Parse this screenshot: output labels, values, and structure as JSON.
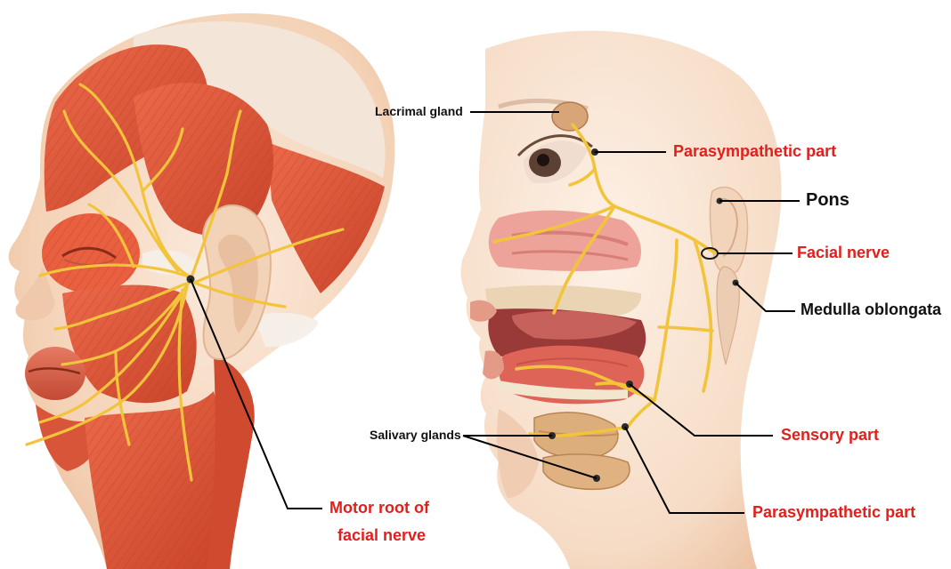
{
  "colors": {
    "label_black": "#111111",
    "label_red": "#e0201c",
    "nerve": "#f2c43c",
    "nerve_outline": "#c99a18",
    "muscle": "#e0573a",
    "muscle_dark": "#b8391f",
    "skin": "#f4d4b8",
    "skin_light": "#faeadb",
    "tendon": "#f3efe9",
    "gland": "#d9a878",
    "mouth": "#d8685a",
    "leader_line": "#000000"
  },
  "labels": {
    "lacrimal_gland": "Lacrimal gland",
    "parasympathetic_part_upper": "Parasympathetic part",
    "pons": "Pons",
    "facial_nerve": "Facial nerve",
    "medulla_oblongata": "Medulla oblongata",
    "salivary_glands": "Salivary glands",
    "sensory_part": "Sensory part",
    "parasympathetic_part_lower": "Parasympathetic part",
    "motor_root_line1": "Motor root of",
    "motor_root_line2": "facial nerve"
  }
}
